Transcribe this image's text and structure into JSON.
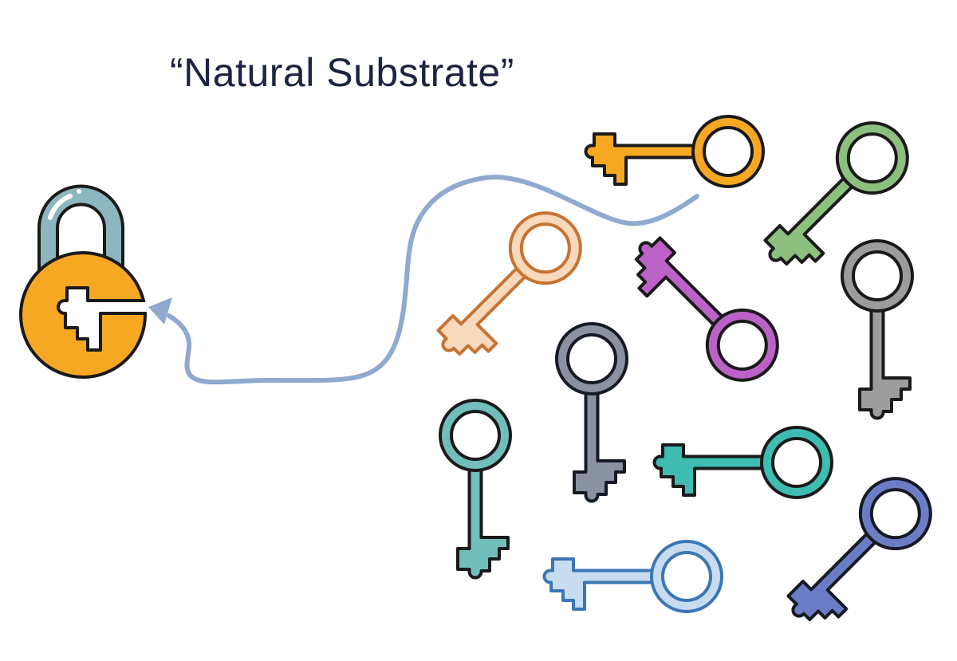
{
  "title": {
    "text": "“Natural Substrate”",
    "color": "#1b2440"
  },
  "lock": {
    "body_color": "#F7A823",
    "shackle_color": "#8CB7C0",
    "keyhole_color": "#FFFFFF",
    "outline_color": "#1A1A1A",
    "description": "padlock with key-shaped keyhole"
  },
  "connector": {
    "color": "#8FA9CF",
    "style": "curved line with arrowhead",
    "from": "amber key",
    "to": "padlock keyhole"
  },
  "keys": [
    {
      "name": "amber-key",
      "fill": "#F7A823",
      "stroke": "#1A1A1A",
      "orientation": "horizontal, bit pointing left, top row"
    },
    {
      "name": "green-key",
      "fill": "#8DC07E",
      "stroke": "#1A1A1A",
      "orientation": "diagonal, ring top-right, bit lower-left"
    },
    {
      "name": "peach-key",
      "fill": "#F8D9BE",
      "stroke": "#C8722F",
      "orientation": "diagonal, ring top-right, bit lower-left"
    },
    {
      "name": "purple-key",
      "fill": "#BC62C6",
      "stroke": "#1A1A1A",
      "orientation": "diagonal, ring bottom-right, bit upper-left"
    },
    {
      "name": "gray-key",
      "fill": "#9C9C9C",
      "stroke": "#1A1A1A",
      "orientation": "vertical, ring top, bit pointing down"
    },
    {
      "name": "slate-key",
      "fill": "#8A91A0",
      "stroke": "#161A24",
      "orientation": "vertical, ring top, bit pointing down"
    },
    {
      "name": "teal-key",
      "fill": "#72BEBA",
      "stroke": "#1A1A1A",
      "orientation": "vertical, ring top, bit pointing down"
    },
    {
      "name": "teal-bright-key",
      "fill": "#3FBCB2",
      "stroke": "#1A1A1A",
      "orientation": "horizontal, bit pointing left"
    },
    {
      "name": "lightblue-key",
      "fill": "#C8DCF0",
      "stroke": "#3B76B5",
      "orientation": "horizontal, bit pointing left, bottom row"
    },
    {
      "name": "blue-key",
      "fill": "#6B7EC5",
      "stroke": "#161A24",
      "orientation": "diagonal, ring top-right, bit lower-left"
    }
  ],
  "background": "#FFFFFF"
}
